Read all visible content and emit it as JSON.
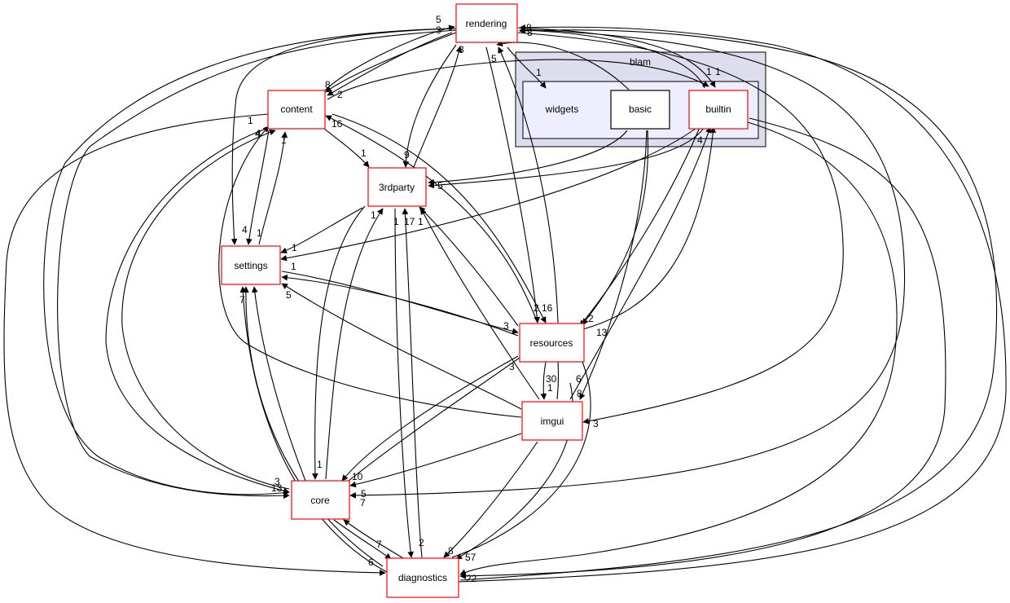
{
  "colors": {
    "node_border": "#ff0000",
    "folder_border": "#000000",
    "cluster_fill": "#ddddee",
    "inner_fill": "#eeeeff",
    "edge": "#000000"
  },
  "clusters": {
    "blam": "blam",
    "widgets": "widgets"
  },
  "nodes": {
    "rendering": "rendering",
    "content": "content",
    "threerdparty": "3rdparty",
    "settings": "settings",
    "resources": "resources",
    "imgui": "imgui",
    "core": "core",
    "diagnostics": "diagnostics",
    "basic": "basic",
    "builtin": "builtin"
  },
  "edge_labels": [
    "5",
    "3",
    "8",
    "8",
    "3",
    "5",
    "1",
    "1",
    "1",
    "8",
    "2",
    "1",
    "4",
    "1",
    "16",
    "1",
    "9",
    "5",
    "4",
    "4",
    "1",
    "1",
    "1",
    "17",
    "1",
    "1",
    "1",
    "7",
    "5",
    "2",
    "16",
    "3",
    "2",
    "13",
    "3",
    "30",
    "1",
    "6",
    "8",
    "3",
    "1",
    "10",
    "5",
    "7",
    "3",
    "13",
    "7",
    "2",
    "8",
    "57",
    "6",
    "22",
    "4"
  ]
}
